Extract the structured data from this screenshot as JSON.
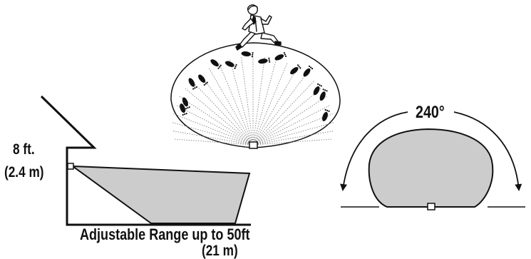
{
  "side_view": {
    "height_ft": "8 ft.",
    "height_m": "(2.4 m)",
    "range_label": "Adjustable Range up to 50ft",
    "range_m": "(21 m)"
  },
  "top_view": {
    "figure": "running man",
    "footprint_count": 14
  },
  "angle_view": {
    "angle_label": "240°"
  },
  "colors": {
    "line": "#111111",
    "coverage_fill": "#cccccc",
    "background": "#ffffff"
  }
}
